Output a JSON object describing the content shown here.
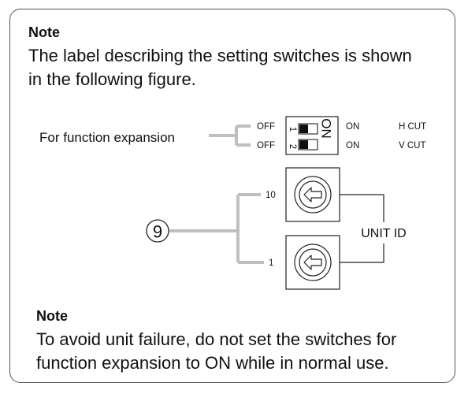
{
  "note_top": {
    "title": "Note",
    "text_line1": "The label describing the setting switches is shown",
    "text_line2": "in the following figure."
  },
  "diagram": {
    "function_expansion_label": "For function expansion",
    "switch_off_1": "OFF",
    "switch_off_2": "OFF",
    "switch_num_1": "1",
    "switch_num_2": "2",
    "switch_on_vertical": "ON",
    "switch_on_1": "ON",
    "switch_on_2": "ON",
    "h_cut": "H CUT",
    "v_cut": "V CUT",
    "rotary_tens_label": "10",
    "rotary_ones_label": "1",
    "callout_number": "9",
    "unit_id_label": "UNIT ID"
  },
  "note_bottom": {
    "title": "Note",
    "text_line1": "To avoid unit failure, do not set the switches for",
    "text_line2": "function expansion to ON while in normal use."
  }
}
